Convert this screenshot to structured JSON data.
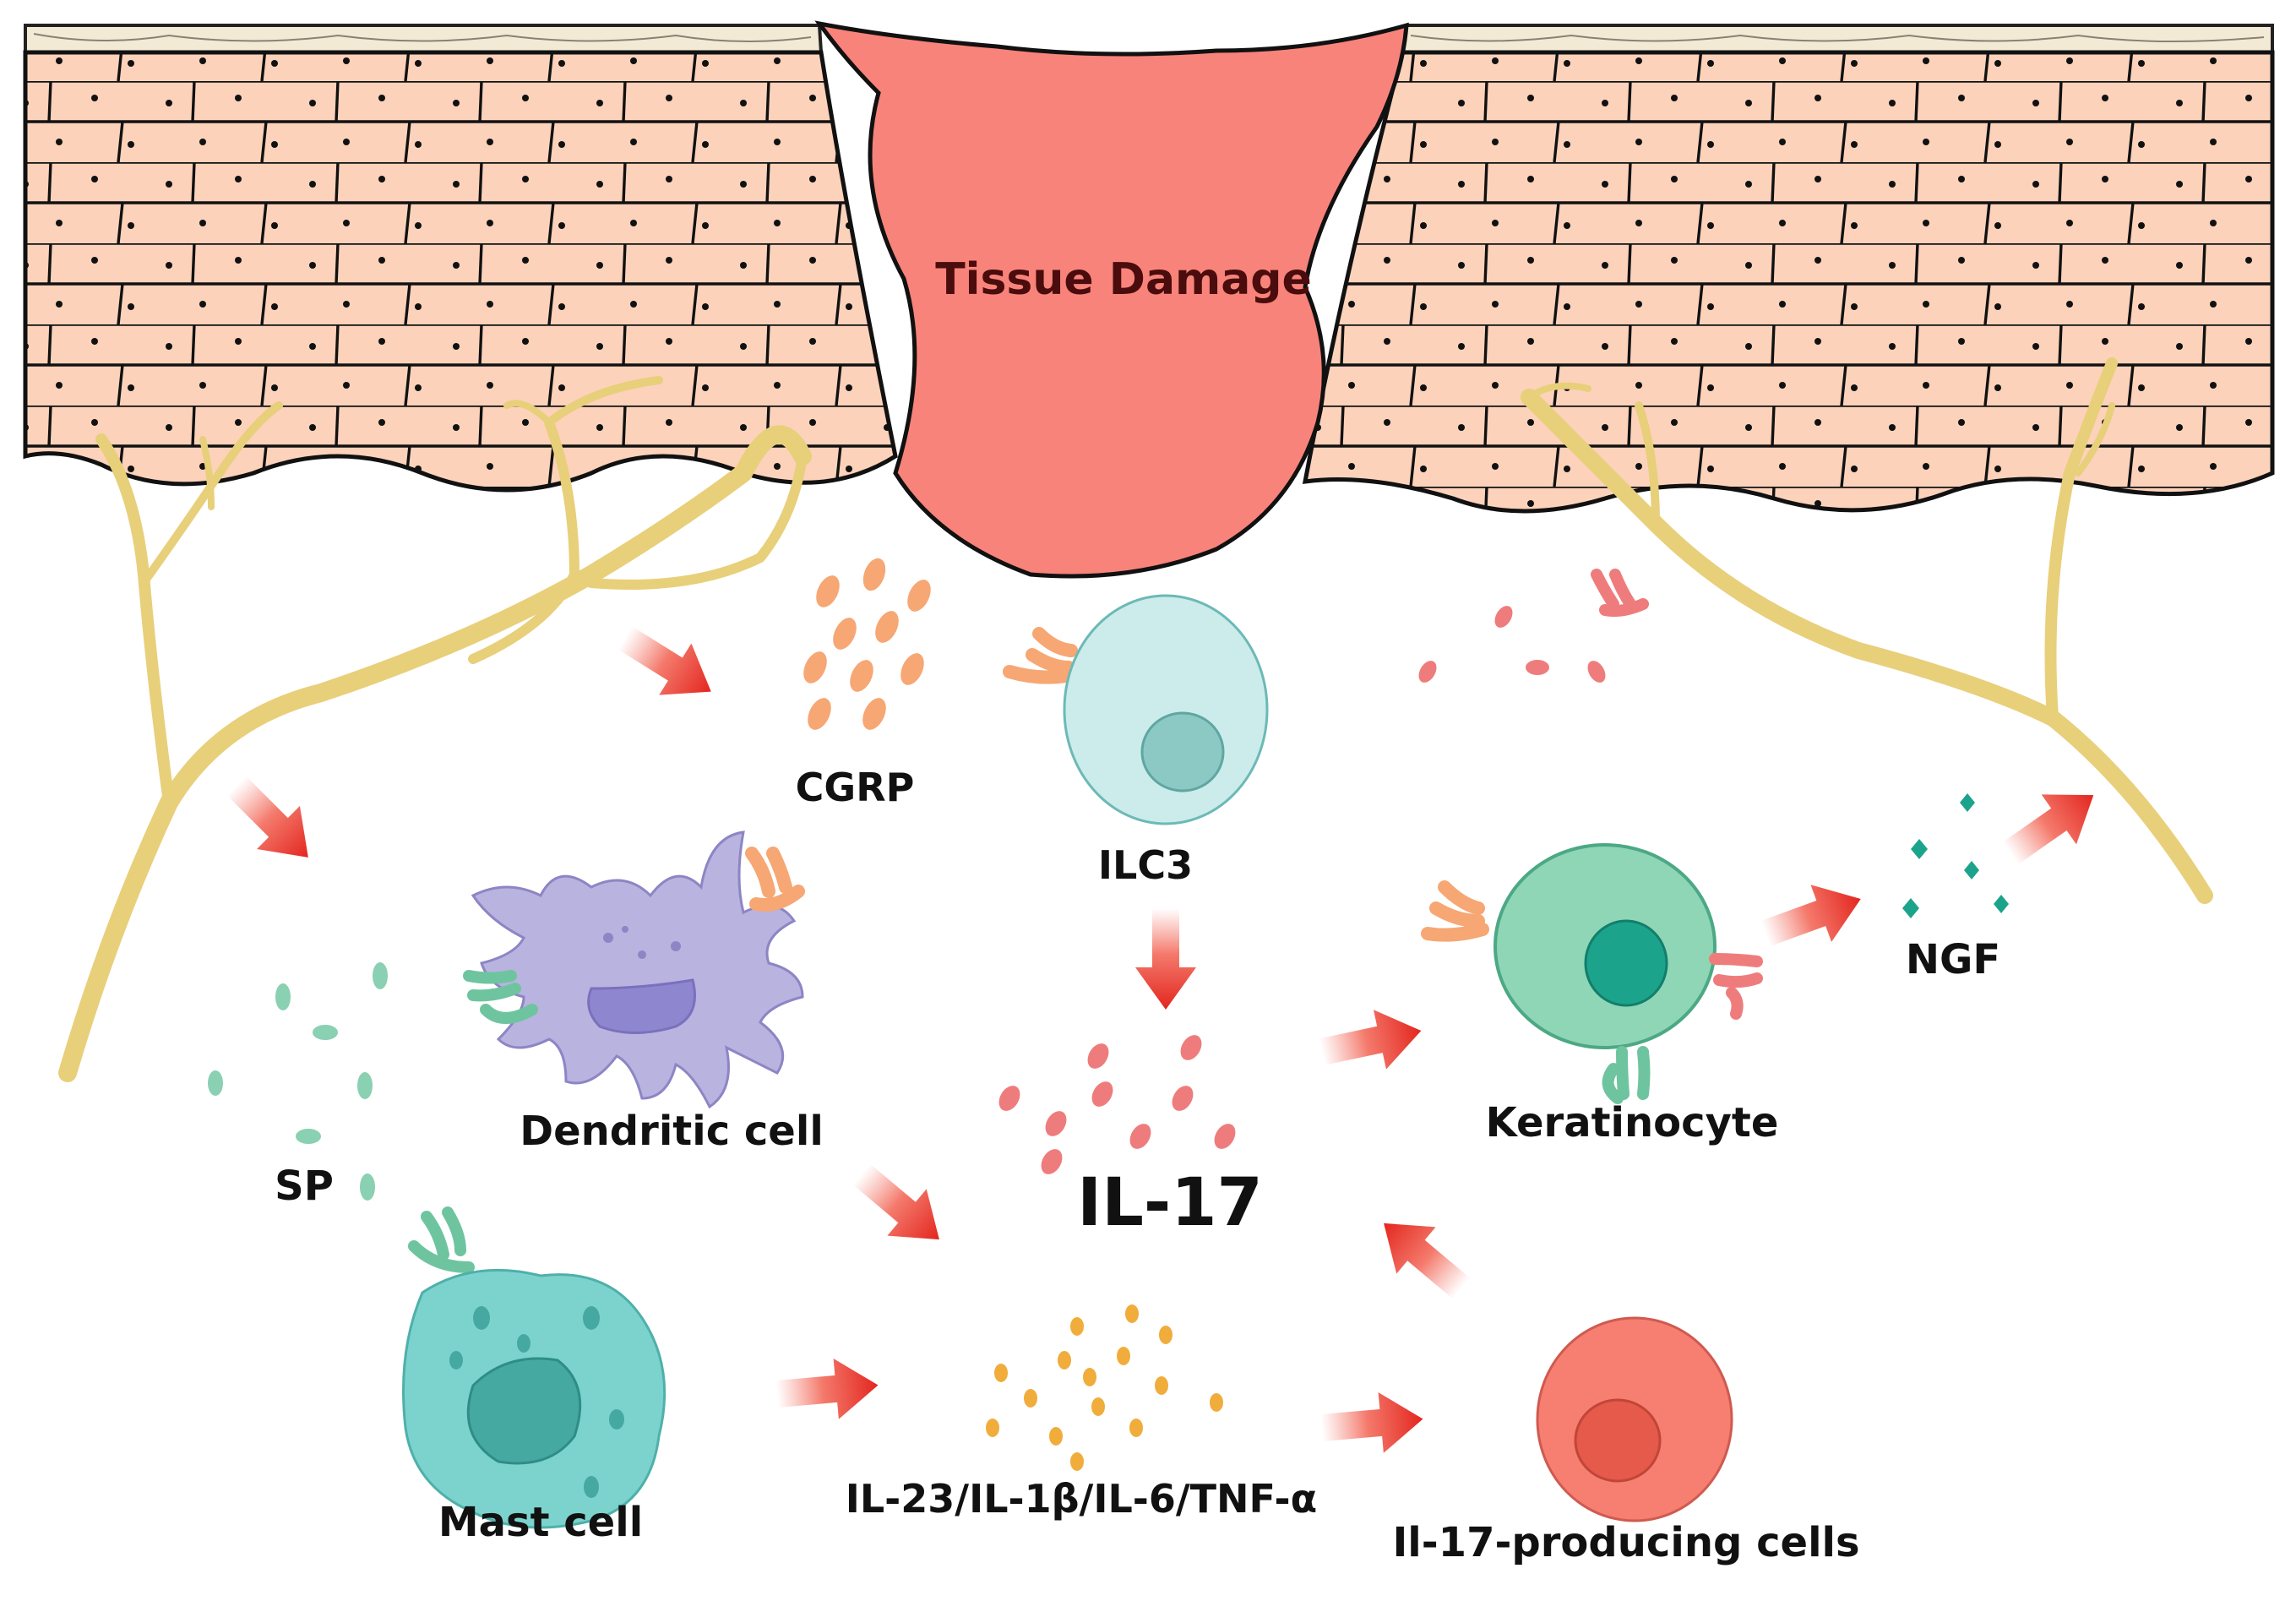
{
  "labels": {
    "tissue_damage": "Tissue Damage",
    "cgrp": "CGRP",
    "ilc3": "ILC3",
    "dendritic_cell": "Dendritic cell",
    "sp": "SP",
    "il17": "IL-17",
    "keratinocyte": "Keratinocyte",
    "ngf": "NGF",
    "mast_cell": "Mast cell",
    "cytokines": "IL-23/IL-1β/IL-6/TNF-α",
    "il17_producing_cells": "Il-17-producing cells"
  },
  "colors": {
    "skin_cell_fill": "#fcd2bb",
    "stratum_corneum": "#f3ead6",
    "wound": "#f8837a",
    "nerve": "#e8cf7a",
    "arrow": "#e8302a",
    "cgrp_particles": "#f6a774",
    "sp_particles": "#6fc4a0",
    "il17_particles": "#ef7c7c",
    "cytokine_particles": "#f0ad3c",
    "ngf_particles": "#1ca38c",
    "ilc3_cell": "#cbeceb",
    "dendritic_cell": "#b9b3e0",
    "mast_cell": "#7cd3cd",
    "keratinocyte_cell": "#8fd6b6",
    "il17_producing_cell": "#f67f72"
  }
}
